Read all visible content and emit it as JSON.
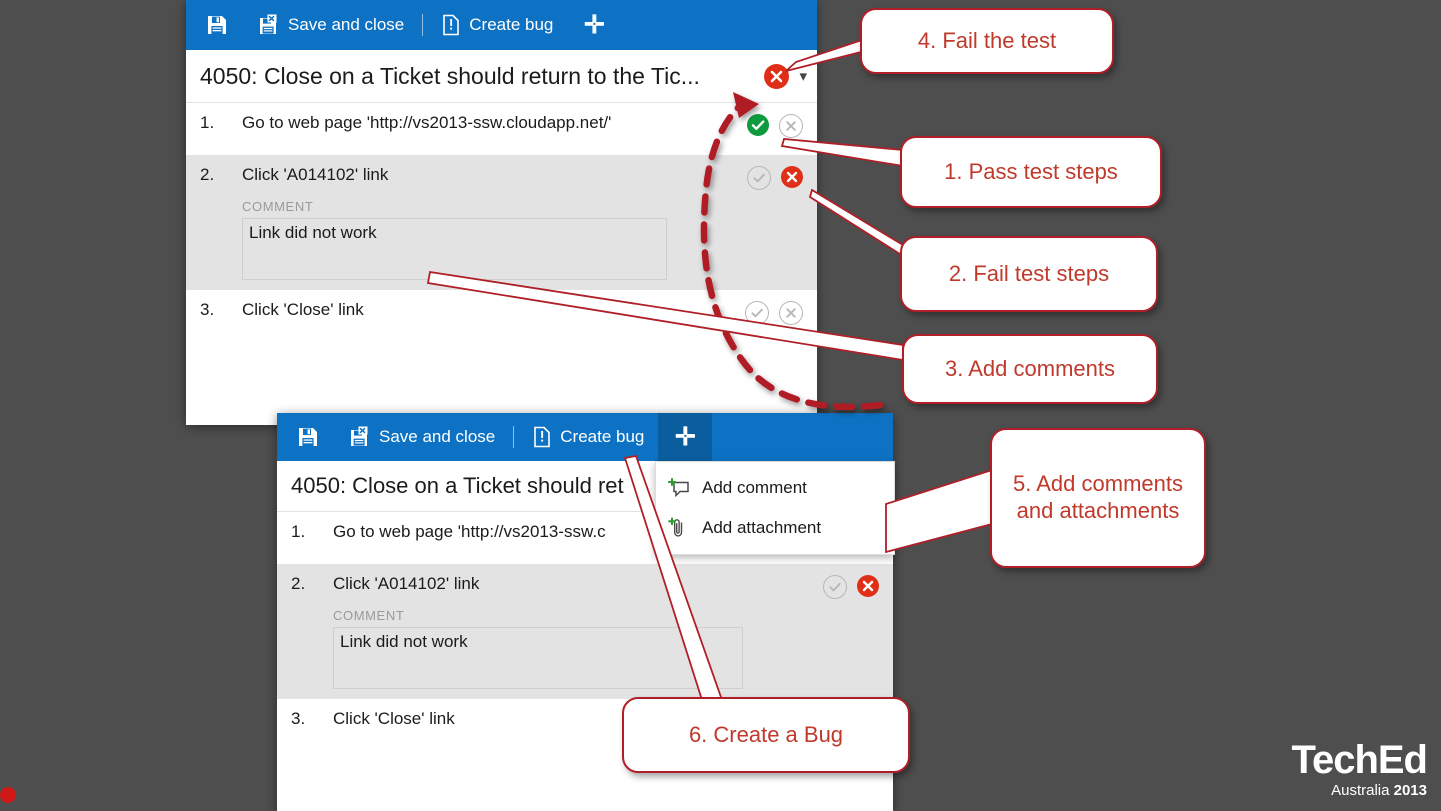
{
  "background_color": "#4e4e4e",
  "accent_blue": "#0d72c3",
  "callout_red": "#b01f27",
  "window1": {
    "toolbar": {
      "save_icon": "floppy-disk-icon",
      "save_and_close_label": "Save and close",
      "save_and_close_icon": "floppy-close-icon",
      "create_bug_label": "Create bug",
      "create_bug_icon": "bug-document-icon",
      "plus_label": "✛"
    },
    "title": "4050: Close on a Ticket should return to the Tic...",
    "title_status": "fail",
    "title_dropdown": "▾",
    "steps": [
      {
        "num": "1.",
        "text": "Go to web page 'http://vs2013-ssw.cloudapp.net/'",
        "pass": "on",
        "fail": "off"
      },
      {
        "num": "2.",
        "text": "Click 'A014102' link",
        "pass": "off",
        "fail": "on",
        "comment_label": "COMMENT",
        "comment_value": "Link did not work"
      },
      {
        "num": "3.",
        "text": "Click 'Close' link",
        "pass": "off",
        "fail": "off"
      }
    ]
  },
  "window2": {
    "toolbar": {
      "save_icon": "floppy-disk-icon",
      "save_and_close_label": "Save and close",
      "save_and_close_icon": "floppy-close-icon",
      "create_bug_label": "Create bug",
      "create_bug_icon": "bug-document-icon",
      "plus_label": "✛"
    },
    "title": "4050: Close on a Ticket should ret",
    "menu": {
      "items": [
        {
          "label": "Add comment",
          "icon": "add-comment-icon"
        },
        {
          "label": "Add attachment",
          "icon": "add-attachment-icon"
        }
      ]
    },
    "steps": [
      {
        "num": "1.",
        "text": "Go to web page 'http://vs2013-ssw.c",
        "pass": "off",
        "fail": "off"
      },
      {
        "num": "2.",
        "text": "Click 'A014102' link",
        "pass": "off",
        "fail": "on",
        "comment_label": "COMMENT",
        "comment_value": "Link did not work"
      },
      {
        "num": "3.",
        "text": "Click 'Close' link",
        "pass": "off",
        "fail": "off"
      }
    ]
  },
  "callouts": [
    {
      "id": "c4",
      "text": "4. Fail the test"
    },
    {
      "id": "c1",
      "text": "1. Pass test steps"
    },
    {
      "id": "c2",
      "text": "2. Fail test steps"
    },
    {
      "id": "c3",
      "text": "3. Add comments"
    },
    {
      "id": "c5",
      "text": "5. Add comments and attachments"
    },
    {
      "id": "c6",
      "text": "6. Create a Bug"
    }
  ],
  "branding": {
    "name": "TechEd",
    "location": "Australia",
    "year": "2013"
  }
}
